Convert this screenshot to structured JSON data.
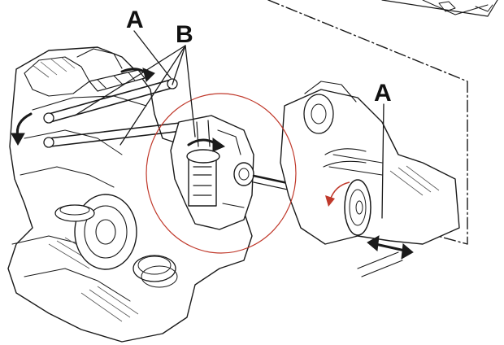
{
  "diagram": {
    "labels": {
      "callout_a_left": "A",
      "callout_b": "B",
      "callout_a_right": "A"
    },
    "colors": {
      "line": "#1a1a1a",
      "highlight_circle": "#c0392b",
      "annotation_arrow": "#c0392b",
      "background": "#ffffff"
    },
    "icons": {
      "rotation_arrows": "curved-arrow-icon",
      "sliding_direction": "double-arrow-icon"
    }
  }
}
